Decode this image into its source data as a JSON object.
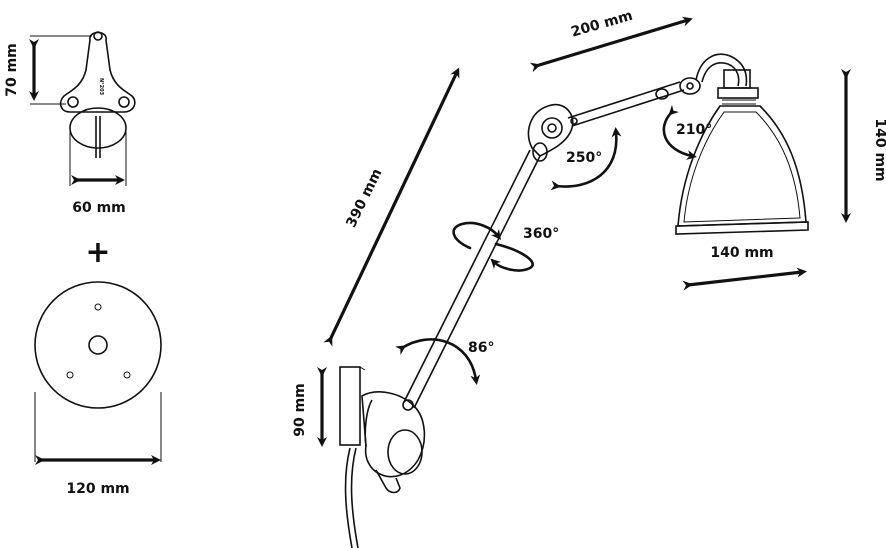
{
  "labels": {
    "dim_70": "70 mm",
    "dim_60": "60 mm",
    "plus": "+",
    "dim_120": "120 mm",
    "dim_90": "90 mm",
    "dim_390": "390 mm",
    "dim_200": "200 mm",
    "dim_140_h": "140 mm",
    "dim_140_w": "140 mm",
    "angle_360": "360°",
    "angle_86": "86°",
    "angle_250": "250°",
    "angle_210": "210°",
    "model": "N°203"
  }
}
